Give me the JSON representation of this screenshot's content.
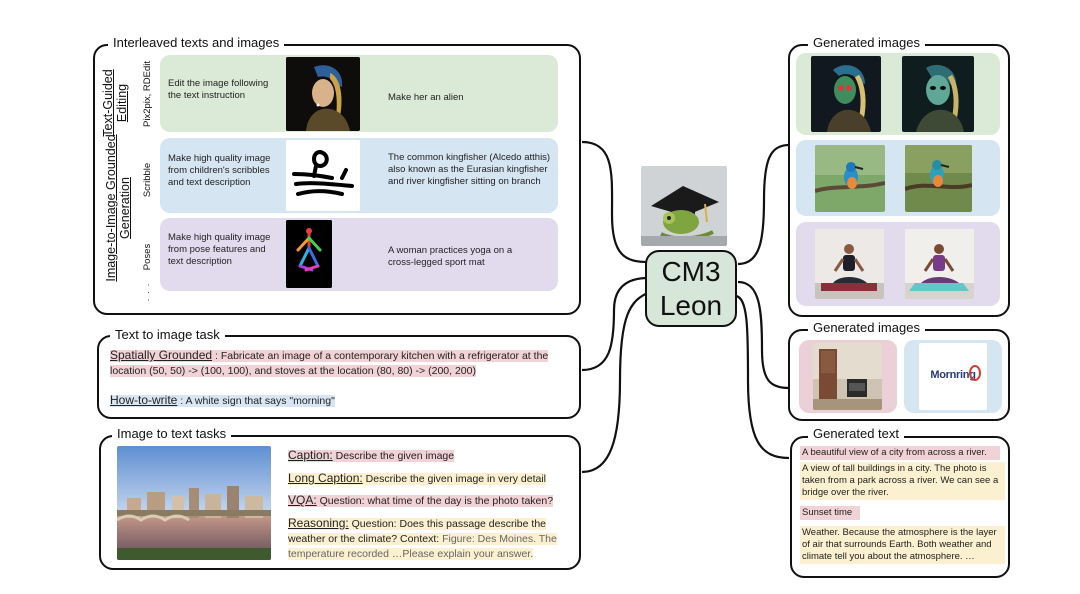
{
  "interleaved": {
    "title": "Interleaved texts and images",
    "groups": [
      {
        "title": "Text-Guided Editing",
        "subtitle": "Pix2pix, RDEdit"
      },
      {
        "title": "Image-to-Image Grounded Generation",
        "subtitle_scribble": "Scribble",
        "subtitle_poses": "Poses"
      }
    ],
    "rows": [
      {
        "instruction": "Edit the image following the text instruction",
        "prompt": "Make her an alien"
      },
      {
        "instruction": "Make high quality image from children's scribbles and text description",
        "prompt": "The common kingfisher (Alcedo atthis) also known as the Eurasian kingfisher and river kingfisher sitting on branch"
      },
      {
        "instruction": "Make high quality image from pose features and text description",
        "prompt": "A woman practices yoga on a cross-legged sport mat"
      }
    ],
    "ellipsis": "· · ·"
  },
  "text_to_image": {
    "title": "Text to image task",
    "spatial_label": "Spatially Grounded",
    "spatial_text": " : Fabricate an image of a contemporary kitchen with a refrigerator at the location (50, 50) -> (100, 100), and stoves at the location (80, 80) -> (200, 200)",
    "howto_label": "How-to-write",
    "howto_text": " : A white sign that says \"morning\""
  },
  "image_to_text": {
    "title": "Image to text tasks",
    "caption_label": "Caption:",
    "caption_text": " Describe the given image",
    "long_caption_label": "Long Caption:",
    "long_caption_text": " Describe the given image in very detail",
    "vqa_label": "VQA:",
    "vqa_text": " Question: what time of the day is the photo taken?",
    "reasoning_label": "Reasoning:",
    "reasoning_text_1": " Question: Does this passage describe the",
    "reasoning_text_2": "weather or the climate? Context:",
    "reasoning_context_1": " Figure: Des Moines. The",
    "reasoning_context_2": "temperature recorded …Please explain your answer."
  },
  "center": {
    "title_line1": "CM3",
    "title_line2": "Leon"
  },
  "generated_images_1": {
    "title": "Generated images"
  },
  "generated_images_2": {
    "title": "Generated images",
    "sign_text": "Mornring"
  },
  "generated_text": {
    "title": "Generated text",
    "items": [
      "A beautiful view of a city from across a river.",
      "A view of tall buildings in a city. The photo is taken from a park across a river. We can see a bridge over the river.",
      "Sunset time",
      "Weather. Because the atmosphere is the layer of air that surrounds Earth. Both weather and climate tell you about the atmosphere. …"
    ]
  },
  "colors": {
    "green": "#dbead7",
    "blue": "#d6e5f2",
    "purple": "#e2dbee",
    "pink": "#ecd0d7",
    "yellow": "#fbf0cf",
    "center": "#d6e6d8"
  }
}
